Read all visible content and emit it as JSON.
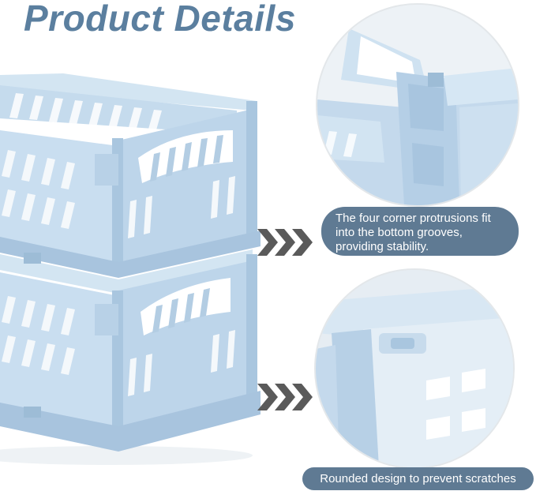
{
  "header": {
    "title": "Product Details"
  },
  "callouts": [
    {
      "lines": [
        "The four corner protrusions fit",
        "into the bottom grooves,",
        "providing stability."
      ]
    },
    {
      "text": "Rounded design to prevent scratches"
    }
  ],
  "colors": {
    "title": "#5b7f9f",
    "caption_bg": "#5f7a93",
    "crate_light": "#d5e6f3",
    "crate_mid": "#bcd6ea",
    "crate_dark": "#9dbcd6",
    "arrow": "#5a5a5a"
  },
  "icons": {
    "arrows": "triple-chevron-right-icon"
  }
}
